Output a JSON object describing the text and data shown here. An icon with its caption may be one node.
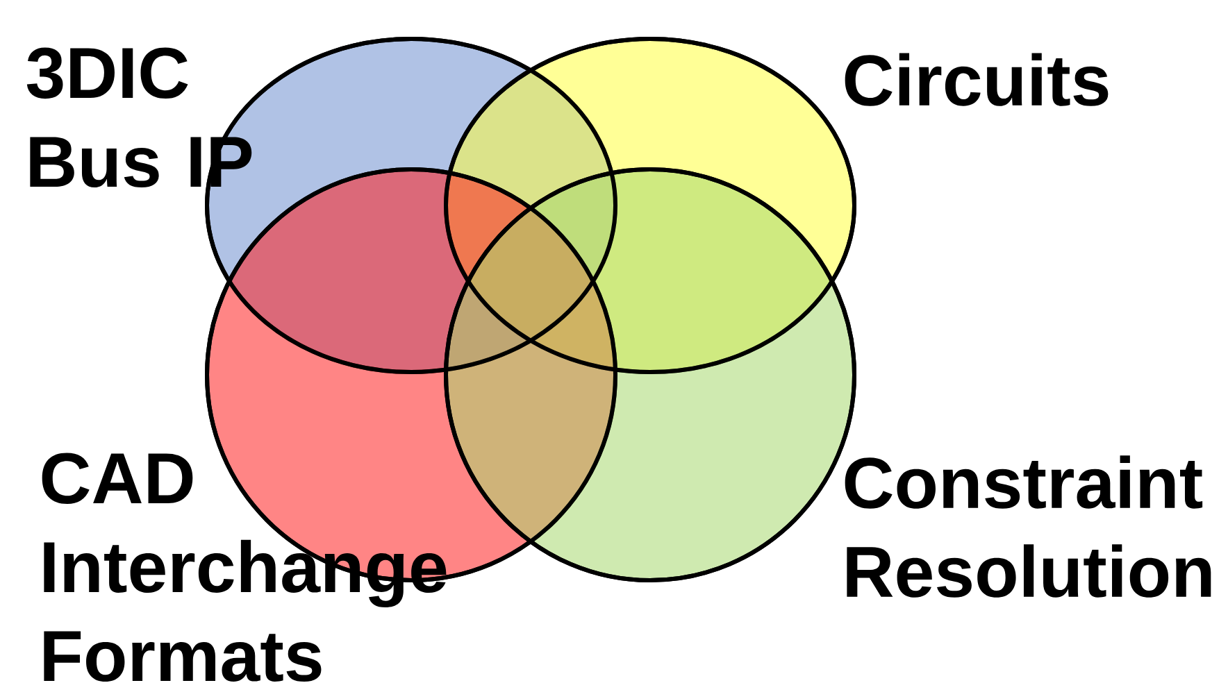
{
  "diagram": {
    "nodes": [
      {
        "text": [
          "3DIC Bus IP"
        ]
      },
      {
        "text": [
          "Circuits"
        ]
      },
      {
        "text": [
          "CAD Interchange Formats"
        ]
      },
      {
        "text": [
          "Constraint Resolution"
        ]
      }
    ]
  }
}
